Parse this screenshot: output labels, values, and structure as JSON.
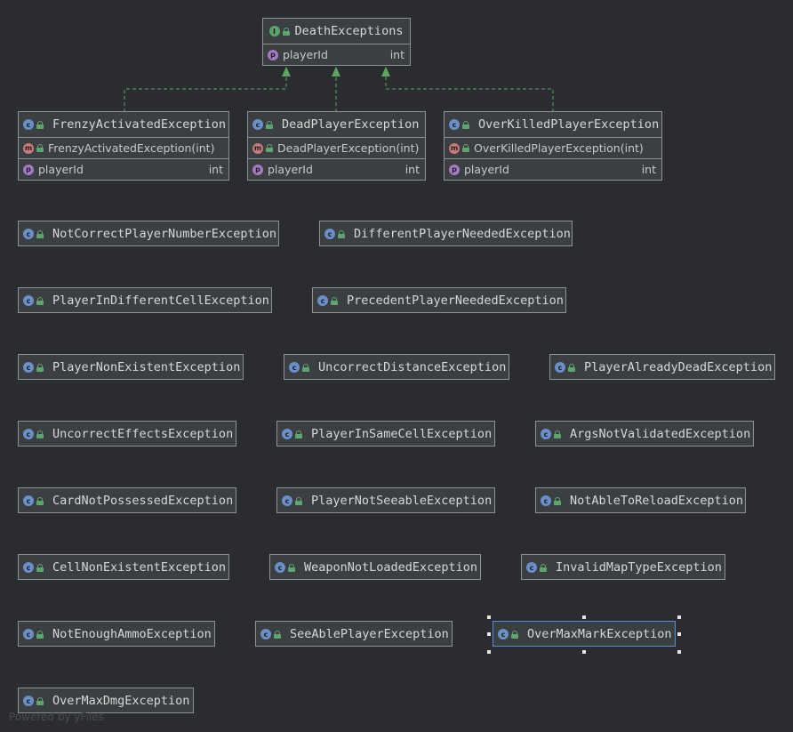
{
  "diagram": {
    "interface": {
      "name": "DeathExceptions",
      "icon": "interface-icon",
      "fields": [
        {
          "name": "playerId",
          "type": "int"
        }
      ]
    },
    "implementers": [
      {
        "name": "FrenzyActivatedException",
        "constructor": "FrenzyActivatedException(int)",
        "fields": [
          {
            "name": "playerId",
            "type": "int"
          }
        ]
      },
      {
        "name": "DeadPlayerException",
        "constructor": "DeadPlayerException(int)",
        "fields": [
          {
            "name": "playerId",
            "type": "int"
          }
        ]
      },
      {
        "name": "OverKilledPlayerException",
        "constructor": "OverKilledPlayerException(int)",
        "fields": [
          {
            "name": "playerId",
            "type": "int"
          }
        ]
      }
    ],
    "classes": [
      "NotCorrectPlayerNumberException",
      "DifferentPlayerNeededException",
      "PlayerInDifferentCellException",
      "PrecedentPlayerNeededException",
      "PlayerNonExistentException",
      "UncorrectDistanceException",
      "PlayerAlreadyDeadException",
      "UncorrectEffectsException",
      "PlayerInSameCellException",
      "ArgsNotValidatedException",
      "CardNotPossessedException",
      "PlayerNotSeeableException",
      "NotAbleToReloadException",
      "CellNonExistentException",
      "WeaponNotLoadedException",
      "InvalidMapTypeException",
      "NotEnoughAmmoException",
      "SeeAblePlayerException",
      "OverMaxMarkException",
      "OverMaxDmgException"
    ],
    "selected_class": "OverMaxMarkException",
    "colors": {
      "background": "#2b2b32",
      "node_fill": "#3c3f41",
      "node_border": "#8f9196",
      "edge": "#5fa65f",
      "selection": "#5a8fd6"
    }
  },
  "watermark": "Powered by yFiles"
}
